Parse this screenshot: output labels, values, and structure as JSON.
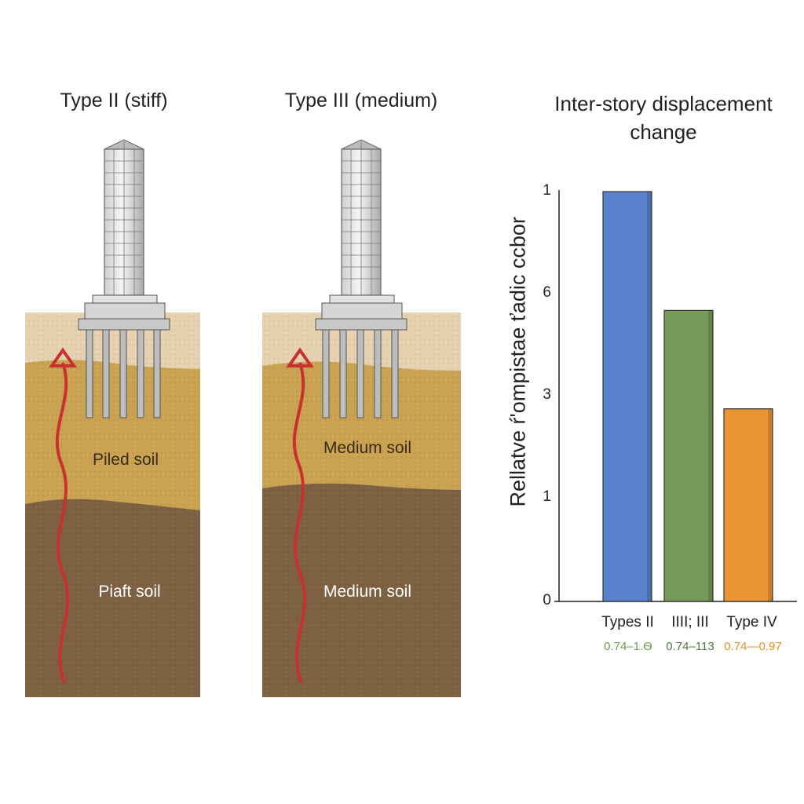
{
  "panels": {
    "left": {
      "title": "Type II (stiff)",
      "upper_label": "Piled soil",
      "lower_label": "Piaft soil"
    },
    "middle": {
      "title": "Type III (medium)",
      "upper_label": "Medium soil",
      "lower_label": "Medium soil"
    }
  },
  "colors": {
    "soil_top": "#e6d2b0",
    "soil_mid": "#c9a352",
    "soil_low": "#7d6142",
    "wave": "#c8312f",
    "bar_blue": "#5a82cc",
    "bar_green": "#769a58",
    "bar_orange": "#ea9436"
  },
  "chart_data": {
    "type": "bar",
    "title": "Inter-story displacement change",
    "ylabel": "Rellatve ŕ'ompistae ťadic ccbor",
    "ytick_labels": [
      "0",
      "1",
      "3",
      "6",
      "1"
    ],
    "categories": [
      "Types II",
      "IIII; III",
      "Type IV"
    ],
    "values": [
      1.0,
      0.71,
      0.47
    ],
    "ylim": [
      0,
      1
    ],
    "range_labels": [
      "0.74–1.Ѳ",
      "0.74–113",
      "0.74—0.97"
    ],
    "bar_colors": [
      "#5a82cc",
      "#769a58",
      "#ea9436"
    ],
    "range_colors": [
      "#6b9a4a",
      "#4a7a3a",
      "#e39022"
    ],
    "grid": false
  }
}
